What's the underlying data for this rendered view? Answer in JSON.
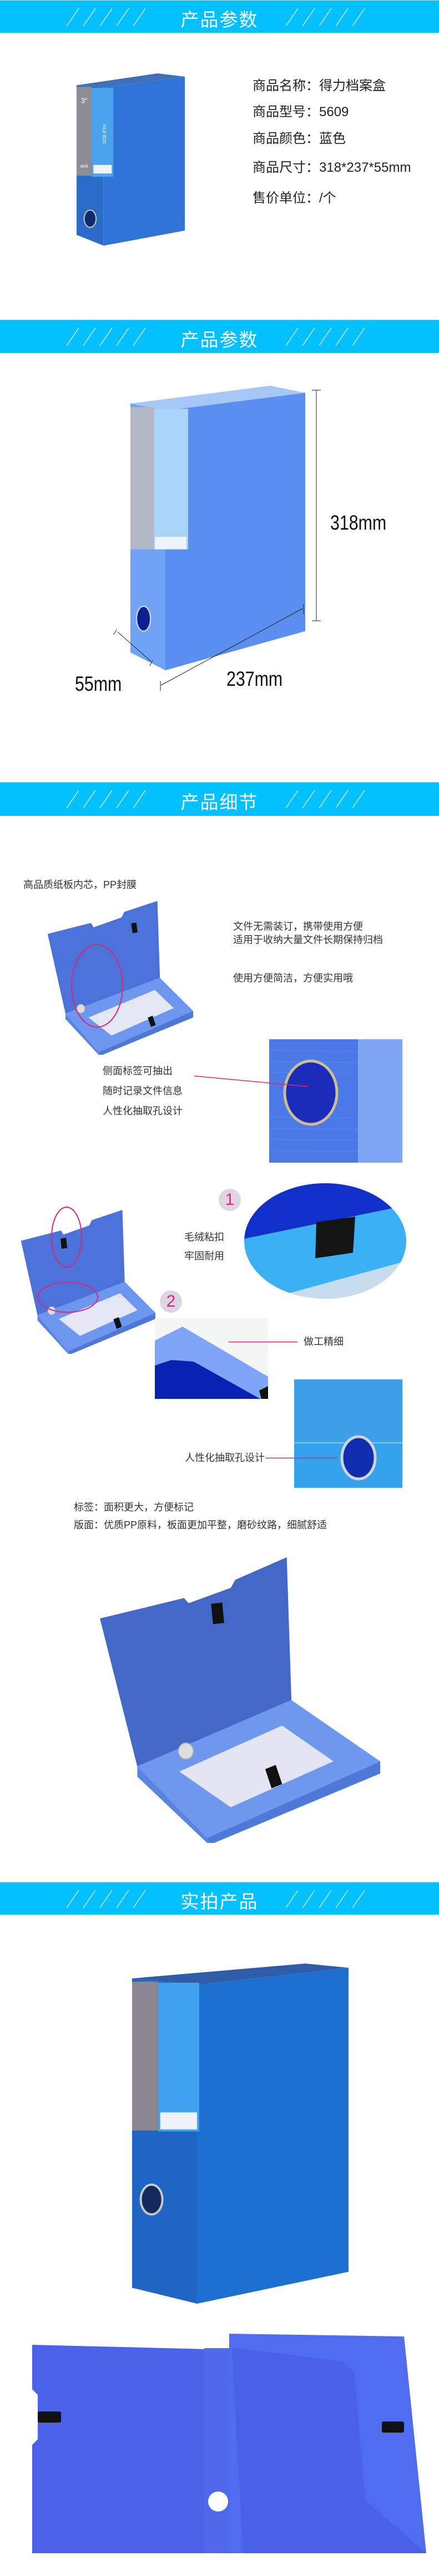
{
  "banners": {
    "params_1": "产品参数",
    "params_2": "产品参数",
    "details": "产品细节",
    "photos": "实拍产品"
  },
  "specs": [
    {
      "label": "商品名称",
      "value": "得力档案盒"
    },
    {
      "label": "商品型号",
      "value": "5609"
    },
    {
      "label": "商品颜色",
      "value": "蓝色"
    },
    {
      "label": "商品尺寸",
      "value": "318*237*55mm"
    },
    {
      "label": "售价单位",
      "value": "/个"
    }
  ],
  "spec_separator": "：",
  "dimensions": {
    "height": "318mm",
    "depth": "55mm",
    "width": "237mm"
  },
  "box_label": {
    "size": "3\"",
    "name": "FILE BOX",
    "brand": "deli"
  },
  "details": {
    "material": "高品质纸板内芯，PP封膜",
    "no_binding": [
      "文件无需装订，携带使用方便",
      "适用于收纳大量文件长期保持归档"
    ],
    "easy_use": "使用方便简洁，方便实用哦",
    "side_label": [
      "侧面标签可抽出",
      "随时记录文件信息",
      "人性化抽取孔设计"
    ],
    "marker_1": "1",
    "marker_2": "2",
    "velcro": [
      "毛绒粘扣",
      "牢固耐用"
    ],
    "workmanship": "做工精细",
    "finger_hole": "人性化抽取孔设计",
    "label_note": "标签：面积更大，方便标记",
    "surface_note": "版面：优质PP原料，板面更加平整，磨砂纹路，细腻舒适"
  },
  "colors": {
    "banner": "#03c1fe",
    "box": "#4a80e8",
    "highlight": "#e0247a"
  }
}
